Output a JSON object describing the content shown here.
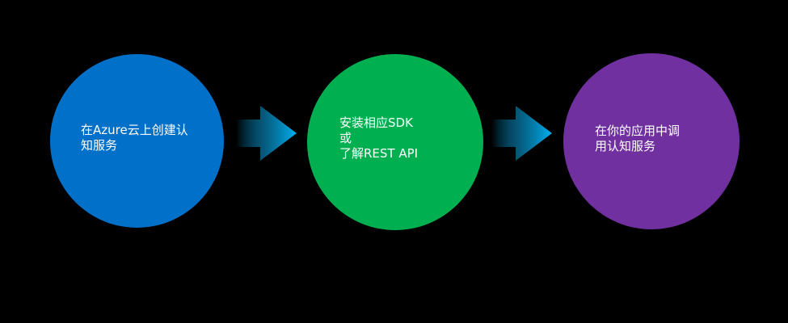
{
  "steps": [
    {
      "lines": [
        "在Azure云上创建认",
        "知服务"
      ],
      "color": "#0070C8"
    },
    {
      "lines": [
        "安装相应SDK",
        "或",
        "了解REST API"
      ],
      "color": "#00B050"
    },
    {
      "lines": [
        "在你的应用中调",
        "用认知服务"
      ],
      "color": "#7030A0"
    }
  ],
  "arrow_color": "#00B0F0",
  "background_color": "#000000"
}
